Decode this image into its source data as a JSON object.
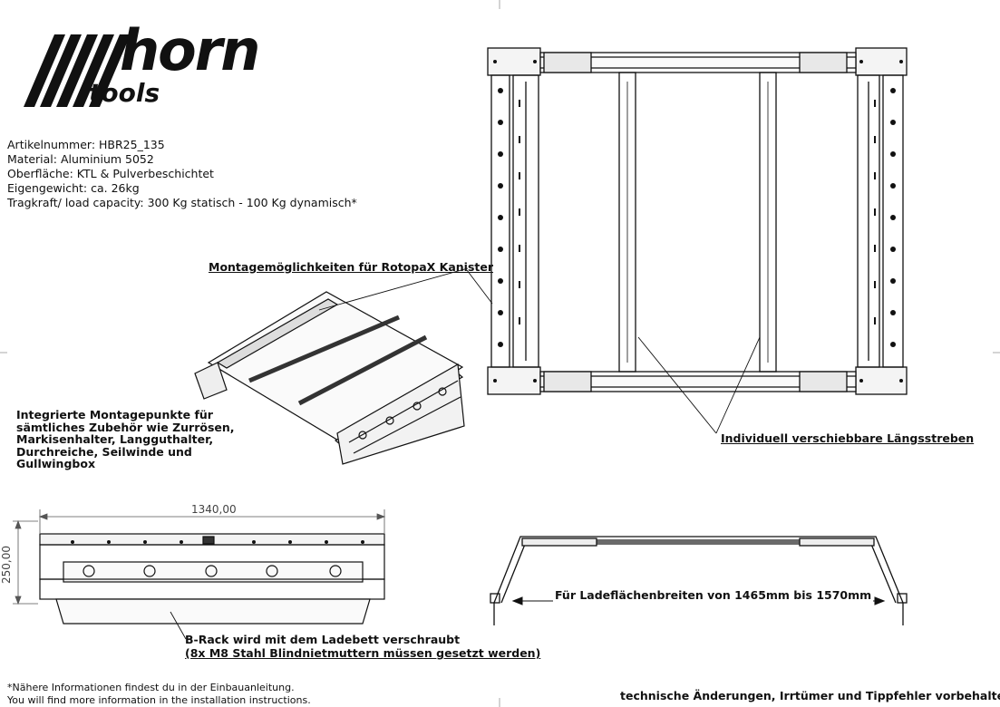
{
  "logo": {
    "text_main": "horn",
    "text_sub": "tools"
  },
  "specs": {
    "article": "Artikelnummer: HBR25_135",
    "material": "Material: Aluminium 5052",
    "surface": "Oberfläche: KTL & Pulverbeschichtet",
    "weight": "Eigengewicht: ca. 26kg",
    "capacity": "Tragkraft/ load capacity: 300 Kg statisch - 100 Kg dynamisch*"
  },
  "callouts": {
    "rotopax": "Montagemöglichkeiten für RotopaX Kanister",
    "mounting_points": [
      "Integrierte Montagepunkte für",
      "sämtliches Zubehör wie Zurrösen,",
      "Markisenhalter, Langguthalter,",
      "Durchreiche, Seilwinde und",
      "Gullwingbox"
    ],
    "sliding_struts": "Individuell verschiebbare Längsstreben",
    "bolted": [
      "B-Rack wird mit dem Ladebett verschraubt",
      "(8x M8 Stahl Blindnietmuttern müssen gesetzt werden)"
    ],
    "bed_width": "Für Ladeflächenbreiten von 1465mm bis 1570mm"
  },
  "dimensions": {
    "width": "1340,00",
    "height": "250,00"
  },
  "footer": {
    "note_de": "*Nähere Informationen findest du in der Einbauanleitung.",
    "note_en": "You will find more information in the installation instructions.",
    "disclaimer": "technische Änderungen, Irrtümer und Tippfehler vorbehalten"
  }
}
